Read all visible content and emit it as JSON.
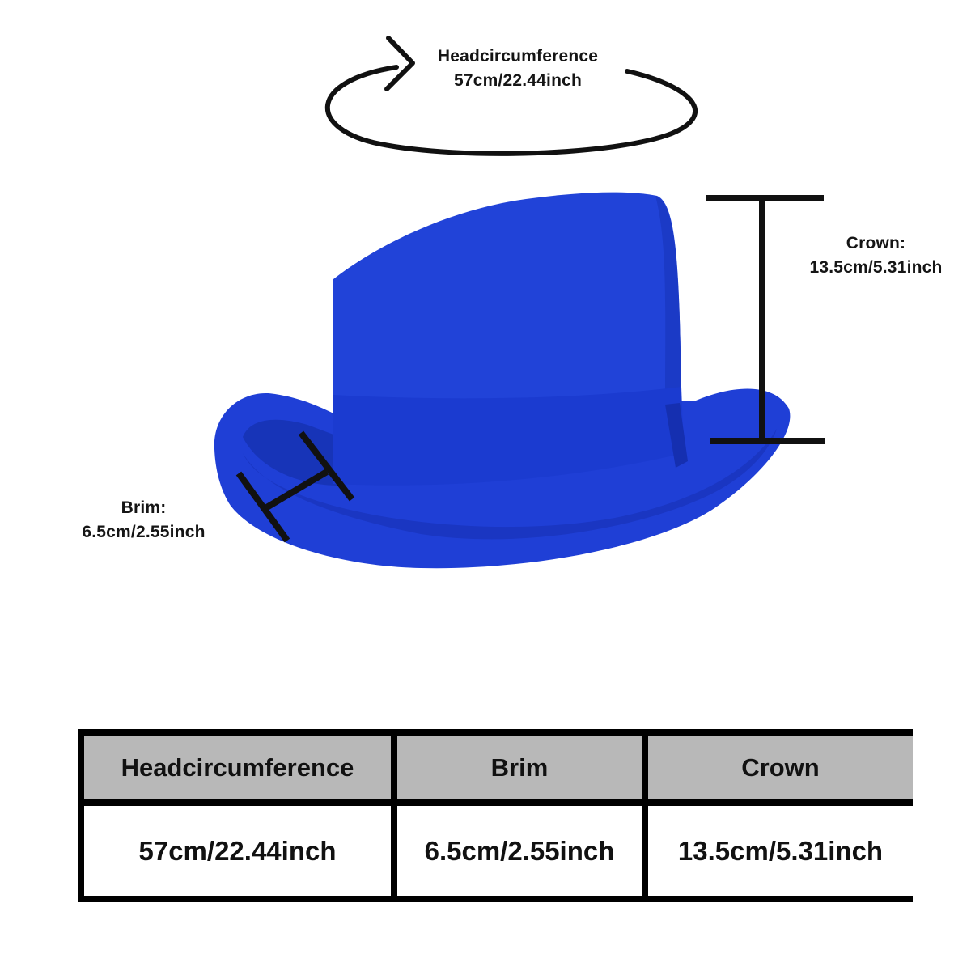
{
  "annotations": {
    "head": {
      "title": "Headcircumference",
      "value": "57cm/22.44inch"
    },
    "crown": {
      "title": "Crown:",
      "value": "13.5cm/5.31inch"
    },
    "brim": {
      "title": "Brim:",
      "value": "6.5cm/2.55inch"
    }
  },
  "table": {
    "headers": [
      "Headcircumference",
      "Brim",
      "Crown"
    ],
    "values": [
      "57cm/22.44inch",
      "6.5cm/2.55inch",
      "13.5cm/5.31inch"
    ]
  },
  "colors": {
    "hat": "#1f3fd6",
    "hat_shadow": "#1430b0",
    "band": "#1a39cf",
    "marker": "#111111",
    "table_header_bg": "#b8b8b8",
    "table_border": "#000000"
  }
}
